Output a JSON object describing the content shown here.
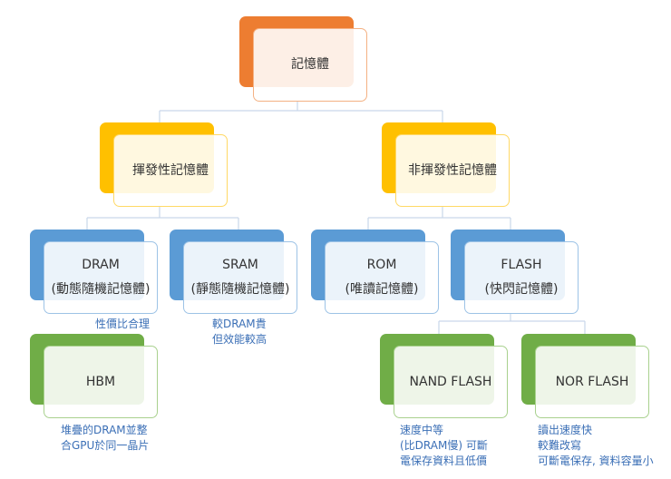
{
  "colors": {
    "orange": "#ED7D31",
    "orange_border": "#F4B183",
    "yellow": "#FFC000",
    "yellow_border": "#FFD966",
    "blue": "#5B9BD5",
    "blue_border": "#9DC3E6",
    "green": "#70AD47",
    "green_border": "#A9D18E",
    "line": "#c9d7ea",
    "note_text": "#3b6fb6"
  },
  "nodes": {
    "root": {
      "label": "記憶體"
    },
    "volatile": {
      "label": "揮發性記憶體"
    },
    "nonvolatile": {
      "label": "非揮發性記憶體"
    },
    "dram": {
      "label": "DRAM",
      "sub": "(動態隨機記憶體)"
    },
    "sram": {
      "label": "SRAM",
      "sub": "(靜態隨機記憶體)"
    },
    "rom": {
      "label": "ROM",
      "sub": "(唯讀記憶體)"
    },
    "flash": {
      "label": "FLASH",
      "sub": "(快閃記憶體)"
    },
    "hbm": {
      "label": "HBM"
    },
    "nand": {
      "label": "NAND FLASH"
    },
    "nor": {
      "label": "NOR FLASH"
    }
  },
  "notes": {
    "dram": [
      "性價比合理"
    ],
    "sram": [
      "較DRAM貴",
      "但效能較高"
    ],
    "hbm": [
      "堆疊的DRAM並整",
      "合GPU於同一晶片"
    ],
    "nand": [
      "速度中等",
      "(比DRAM慢) 可斷",
      "電保存資料且低價"
    ],
    "nor": [
      "讀出速度快",
      "較難改寫",
      "可斷電保存, 資料容量小"
    ]
  }
}
